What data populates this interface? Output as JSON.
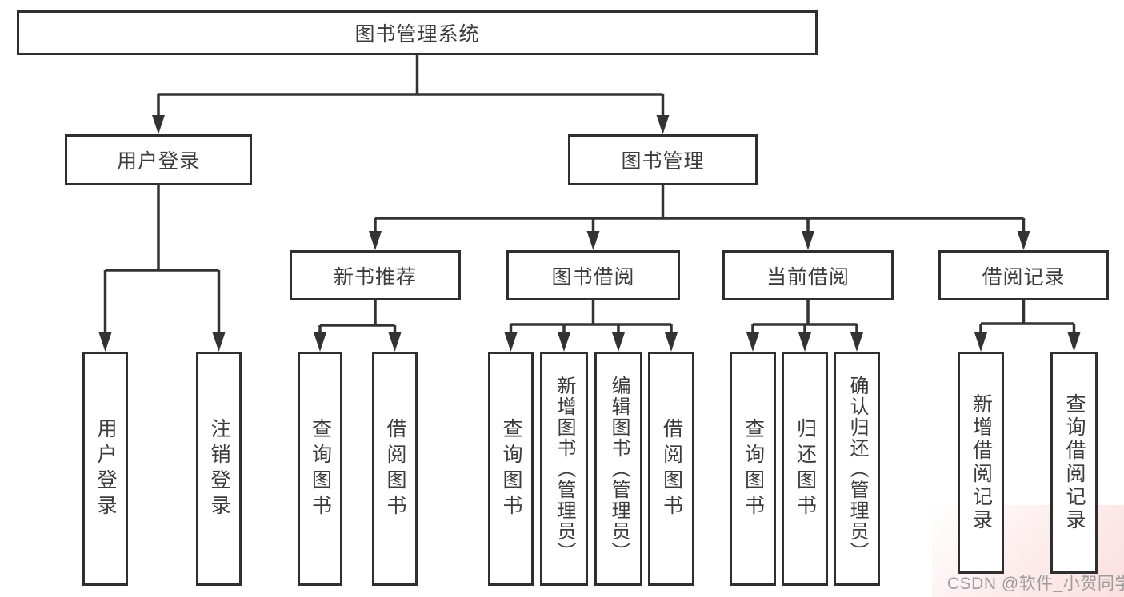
{
  "tree": {
    "root": "图书管理系统",
    "branches": [
      {
        "label": "用户登录",
        "children": [
          "用户登录",
          "注销登录"
        ]
      },
      {
        "label": "图书管理",
        "sections": [
          {
            "label": "新书推荐",
            "children": [
              "查询图书",
              "借阅图书"
            ]
          },
          {
            "label": "图书借阅",
            "children": [
              "查询图书",
              "新增图书（管理员）",
              "编辑图书（管理员）",
              "借阅图书"
            ]
          },
          {
            "label": "当前借阅",
            "children": [
              "查询图书",
              "归还图书",
              "确认归还（管理员）"
            ]
          },
          {
            "label": "借阅记录",
            "children": [
              "新增借阅记录",
              "查询借阅记录"
            ]
          }
        ]
      }
    ]
  },
  "watermark": {
    "text": "CSDN @软件_小贺同学"
  },
  "colors": {
    "border": "#2f2f2f",
    "line": "#333333",
    "text": "#3c3c3c",
    "background": "#ffffff",
    "watermark": "#9c9c9c"
  }
}
